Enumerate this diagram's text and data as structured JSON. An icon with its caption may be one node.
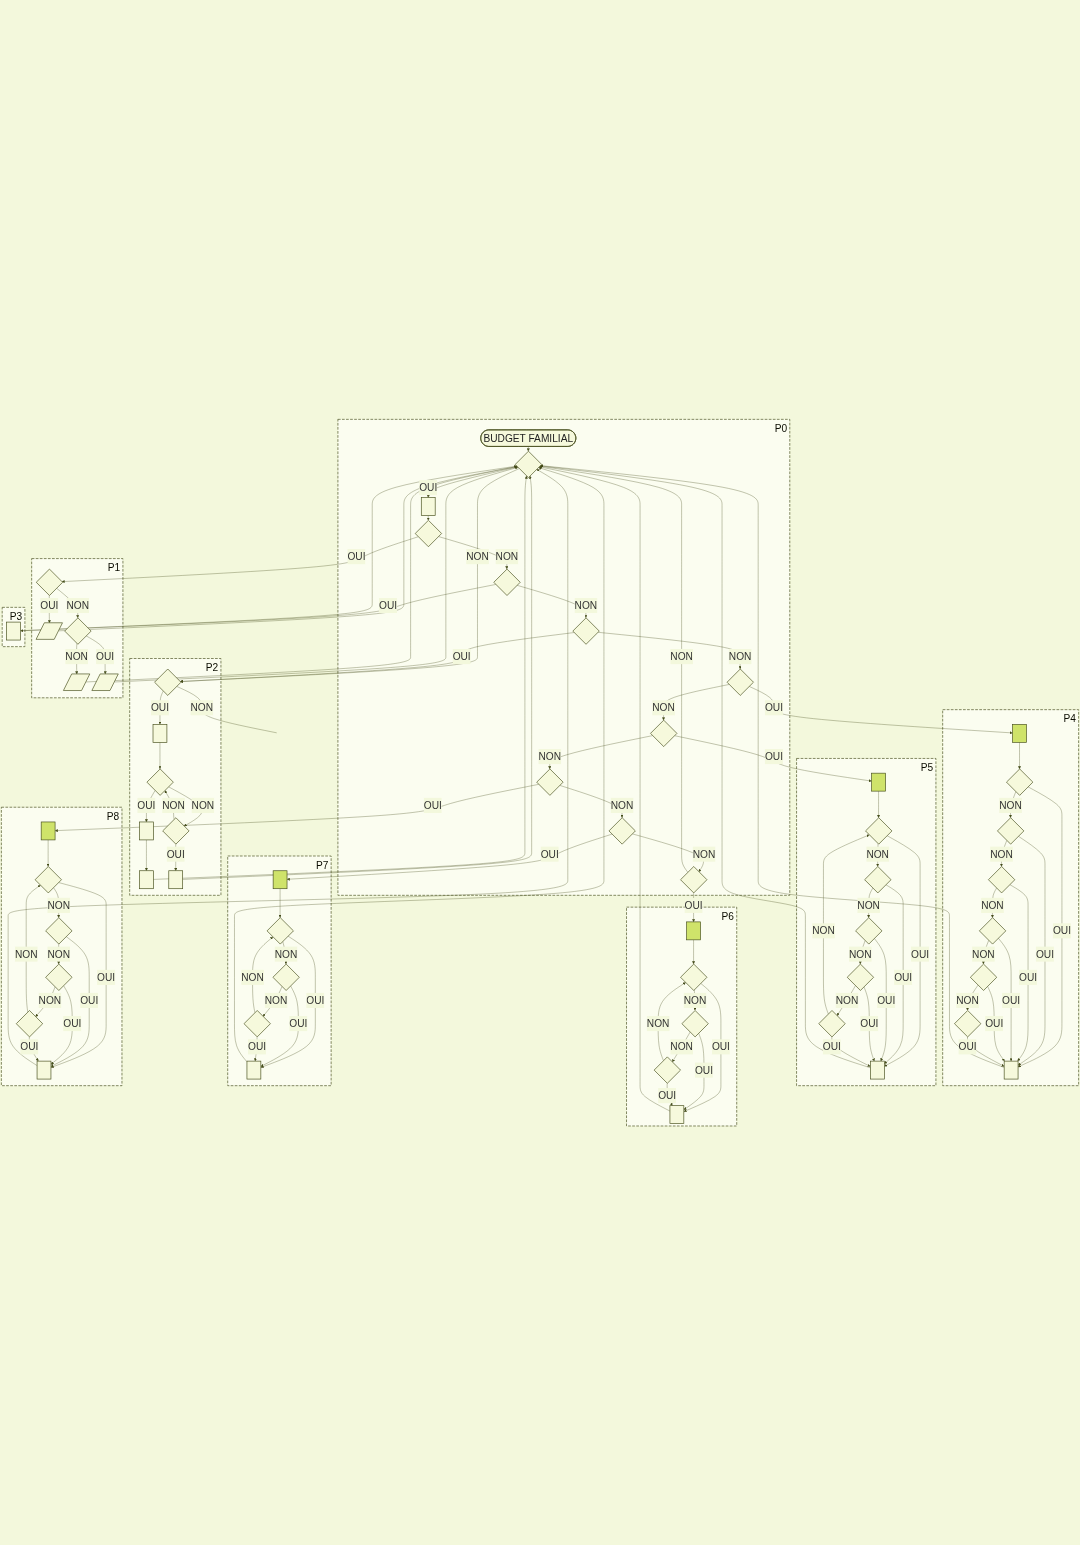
{
  "diagram": {
    "nodes": [
      {
        "text": [
          "P0"
        ]
      },
      {
        "text": [
          "BUDGET FAMILIAL"
        ],
        "in": 0
      },
      {
        "text": [],
        "shape": "diamond",
        "in": 0
      },
      {
        "text": [],
        "shape": "box",
        "in": 0
      },
      {
        "text": [],
        "shape": "diamond",
        "in": 0
      },
      {
        "text": [],
        "shape": "diamond",
        "in": 0
      },
      {
        "text": [],
        "shape": "diamond",
        "in": 0
      },
      {
        "text": [],
        "shape": "diamond",
        "in": 0
      },
      {
        "text": [],
        "shape": "diamond",
        "in": 0
      },
      {
        "text": [],
        "shape": "diamond",
        "in": 0
      },
      {
        "text": [],
        "shape": "diamond",
        "in": 0
      },
      {
        "text": [],
        "shape": "diamond",
        "in": 0
      },
      {
        "text": [
          "P2"
        ]
      },
      {
        "text": [],
        "shape": "diamond",
        "in": 12
      },
      {
        "text": [],
        "shape": "box",
        "in": 12
      },
      {
        "text": [],
        "shape": "diamond",
        "in": 12
      },
      {
        "text": [],
        "shape": "diamond",
        "in": 12
      },
      {
        "text": [],
        "shape": "box",
        "in": 12
      },
      {
        "text": [],
        "shape": "box",
        "in": 12
      },
      {
        "text": [],
        "shape": "box",
        "in": 12
      },
      {
        "text": [
          "P1"
        ]
      },
      {
        "text": [],
        "shape": "diamond",
        "in": 20
      },
      {
        "text": [],
        "shape": "parallelogram",
        "in": 20
      },
      {
        "text": [],
        "shape": "diamond",
        "in": 20
      },
      {
        "text": [],
        "shape": "parallelogram",
        "in": 20
      },
      {
        "text": [],
        "shape": "parallelogram",
        "in": 20
      },
      {
        "text": [
          "P3"
        ]
      },
      {
        "text": [],
        "shape": "box",
        "in": 26
      },
      {
        "text": [
          "P4"
        ]
      },
      {
        "text": [],
        "shape": "box",
        "in": 28
      },
      {
        "text": [],
        "shape": "diamond",
        "in": 28
      },
      {
        "text": [],
        "shape": "diamond",
        "in": 28
      },
      {
        "text": [],
        "shape": "diamond",
        "in": 28
      },
      {
        "text": [],
        "shape": "diamond",
        "in": 28
      },
      {
        "text": [],
        "shape": "diamond",
        "in": 28
      },
      {
        "text": [],
        "shape": "diamond",
        "in": 28
      },
      {
        "text": [],
        "shape": "box",
        "in": 28
      },
      {
        "text": [
          "P5"
        ]
      },
      {
        "text": [],
        "shape": "box",
        "in": 37
      },
      {
        "text": [],
        "shape": "diamond",
        "in": 37
      },
      {
        "text": [],
        "shape": "diamond",
        "in": 37
      },
      {
        "text": [],
        "shape": "diamond",
        "in": 37
      },
      {
        "text": [],
        "shape": "diamond",
        "in": 37
      },
      {
        "text": [],
        "shape": "diamond",
        "in": 37
      },
      {
        "text": [],
        "shape": "box",
        "in": 37
      },
      {
        "text": [
          "P6"
        ]
      },
      {
        "text": [],
        "shape": "box",
        "in": 45
      },
      {
        "text": [],
        "shape": "diamond",
        "in": 45
      },
      {
        "text": [],
        "shape": "diamond",
        "in": 45
      },
      {
        "text": [],
        "shape": "diamond",
        "in": 45
      },
      {
        "text": [],
        "shape": "box",
        "in": 45
      },
      {
        "text": [
          "P7"
        ]
      },
      {
        "text": [],
        "shape": "box",
        "in": 51
      },
      {
        "text": [],
        "shape": "diamond",
        "in": 51
      },
      {
        "text": [],
        "shape": "diamond",
        "in": 51
      },
      {
        "text": [],
        "shape": "diamond",
        "in": 51
      },
      {
        "text": [],
        "shape": "box",
        "in": 51
      },
      {
        "text": [
          "P8"
        ]
      },
      {
        "text": [],
        "shape": "box",
        "in": 57
      },
      {
        "text": [],
        "shape": "diamond",
        "in": 57
      },
      {
        "text": [],
        "shape": "diamond",
        "in": 57
      },
      {
        "text": [],
        "shape": "diamond",
        "in": 57
      },
      {
        "text": [],
        "shape": "diamond",
        "in": 57
      },
      {
        "text": [],
        "shape": "box",
        "in": 57
      }
    ],
    "edges": [
      {
        "from": 1,
        "to": 2,
        "arrow": "to"
      },
      {
        "from": 2,
        "to": 3,
        "arrow": "to",
        "label": "OUI"
      },
      {
        "from": 2,
        "to": 13,
        "arrow": "to",
        "label": "NON"
      },
      {
        "from": 3,
        "to": 4,
        "arrow": "to"
      },
      {
        "from": 4,
        "to": 21,
        "arrow": "to",
        "label": "OUI"
      },
      {
        "from": 4,
        "to": 5,
        "arrow": "to",
        "label": "NON"
      },
      {
        "from": 5,
        "to": 27,
        "arrow": "to",
        "label": "OUI"
      },
      {
        "from": 5,
        "to": 6,
        "arrow": "to",
        "label": "NON"
      },
      {
        "from": 6,
        "to": 13,
        "arrow": "to",
        "label": "OUI"
      },
      {
        "from": 6,
        "to": 7,
        "arrow": "to",
        "label": "NON"
      },
      {
        "from": 7,
        "to": 29,
        "arrow": "to",
        "label": "OUI"
      },
      {
        "from": 7,
        "to": 8,
        "arrow": "to",
        "label": "NON"
      },
      {
        "from": 8,
        "to": 38,
        "arrow": "to",
        "label": "OUI"
      },
      {
        "from": 8,
        "to": 9,
        "arrow": "to",
        "label": "NON"
      },
      {
        "from": 9,
        "to": 58,
        "arrow": "to",
        "label": "OUI"
      },
      {
        "from": 9,
        "to": 10,
        "arrow": "to",
        "label": "NON"
      },
      {
        "from": 10,
        "to": 52,
        "arrow": "to",
        "label": "OUI"
      },
      {
        "from": 10,
        "to": 11,
        "arrow": "to",
        "label": "NON"
      },
      {
        "from": 11,
        "to": 46,
        "arrow": "to",
        "label": "OUI"
      },
      {
        "from": 11,
        "to": 2,
        "arrow": "to",
        "label": "NON"
      },
      {
        "from": 13,
        "to": 14,
        "arrow": "to",
        "label": "OUI"
      },
      {
        "from": 13,
        "to": null,
        "arrow": "none",
        "label": "NON"
      },
      {
        "from": 14,
        "to": 15,
        "arrow": "to"
      },
      {
        "from": 15,
        "to": 17,
        "arrow": "to",
        "label": "OUI"
      },
      {
        "from": 15,
        "to": 16,
        "arrow": "to",
        "label": "NON"
      },
      {
        "from": 16,
        "to": 15,
        "arrow": "to",
        "label": "NON"
      },
      {
        "from": 16,
        "to": 19,
        "arrow": "to",
        "label": "OUI"
      },
      {
        "from": 17,
        "to": 18,
        "arrow": "to"
      },
      {
        "from": 18,
        "to": 2,
        "arrow": "to"
      },
      {
        "from": 19,
        "to": 2,
        "arrow": "to"
      },
      {
        "from": 21,
        "to": 22,
        "arrow": "to",
        "label": "OUI"
      },
      {
        "from": 21,
        "to": 23,
        "arrow": "to",
        "label": "NON"
      },
      {
        "from": 23,
        "to": 24,
        "arrow": "to",
        "label": "NON"
      },
      {
        "from": 23,
        "to": 25,
        "arrow": "to",
        "label": "OUI"
      },
      {
        "from": 22,
        "to": 2,
        "arrow": "to"
      },
      {
        "from": 24,
        "to": 2,
        "arrow": "to"
      },
      {
        "from": 25,
        "to": 2,
        "arrow": "to"
      },
      {
        "from": 27,
        "to": 2,
        "arrow": "to"
      },
      {
        "from": 29,
        "to": 30,
        "arrow": "to"
      },
      {
        "from": 30,
        "to": 31,
        "arrow": "to",
        "label": "NON"
      },
      {
        "from": 31,
        "to": 32,
        "arrow": "to",
        "label": "NON"
      },
      {
        "from": 32,
        "to": 33,
        "arrow": "to",
        "label": "NON"
      },
      {
        "from": 33,
        "to": 34,
        "arrow": "to",
        "label": "NON"
      },
      {
        "from": 34,
        "to": 35,
        "arrow": "to",
        "label": "NON"
      },
      {
        "from": 30,
        "to": 36,
        "arrow": "to",
        "label": "OUI"
      },
      {
        "from": 31,
        "to": 36,
        "arrow": "to",
        "label": "OUI"
      },
      {
        "from": 32,
        "to": 36,
        "arrow": "to",
        "label": "OUI"
      },
      {
        "from": 33,
        "to": 36,
        "arrow": "to",
        "label": "OUI"
      },
      {
        "from": 34,
        "to": 36,
        "arrow": "to",
        "label": "OUI"
      },
      {
        "from": 35,
        "to": 36,
        "arrow": "to",
        "label": "OUI"
      },
      {
        "from": 36,
        "to": 2,
        "arrow": "to"
      },
      {
        "from": 38,
        "to": 39,
        "arrow": "to"
      },
      {
        "from": 39,
        "to": 40,
        "arrow": "to",
        "label": "NON"
      },
      {
        "from": 40,
        "to": 41,
        "arrow": "to",
        "label": "NON"
      },
      {
        "from": 41,
        "to": 42,
        "arrow": "to",
        "label": "NON"
      },
      {
        "from": 42,
        "to": 43,
        "arrow": "to",
        "label": "NON"
      },
      {
        "from": 43,
        "to": 39,
        "arrow": "to",
        "label": "NON"
      },
      {
        "from": 39,
        "to": 44,
        "arrow": "to",
        "label": "OUI"
      },
      {
        "from": 40,
        "to": 44,
        "arrow": "to",
        "label": "OUI"
      },
      {
        "from": 41,
        "to": 44,
        "arrow": "to",
        "label": "OUI"
      },
      {
        "from": 42,
        "to": 44,
        "arrow": "to",
        "label": "OUI"
      },
      {
        "from": 43,
        "to": 44,
        "arrow": "to",
        "label": "OUI"
      },
      {
        "from": 44,
        "to": 2,
        "arrow": "to"
      },
      {
        "from": 46,
        "to": 47,
        "arrow": "to"
      },
      {
        "from": 47,
        "to": 48,
        "arrow": "to",
        "label": "NON"
      },
      {
        "from": 48,
        "to": 49,
        "arrow": "to",
        "label": "NON"
      },
      {
        "from": 49,
        "to": 47,
        "arrow": "to",
        "label": "NON"
      },
      {
        "from": 47,
        "to": 50,
        "arrow": "to",
        "label": "OUI"
      },
      {
        "from": 48,
        "to": 50,
        "arrow": "to",
        "label": "OUI"
      },
      {
        "from": 49,
        "to": 50,
        "arrow": "to",
        "label": "OUI"
      },
      {
        "from": 50,
        "to": 2,
        "arrow": "to"
      },
      {
        "from": 52,
        "to": 53,
        "arrow": "to"
      },
      {
        "from": 53,
        "to": 54,
        "arrow": "to",
        "label": "NON"
      },
      {
        "from": 54,
        "to": 55,
        "arrow": "to",
        "label": "NON"
      },
      {
        "from": 55,
        "to": 53,
        "arrow": "to",
        "label": "NON"
      },
      {
        "from": 53,
        "to": 56,
        "arrow": "to",
        "label": "OUI"
      },
      {
        "from": 54,
        "to": 56,
        "arrow": "to",
        "label": "OUI"
      },
      {
        "from": 55,
        "to": 56,
        "arrow": "to",
        "label": "OUI"
      },
      {
        "from": 56,
        "to": 2,
        "arrow": "to"
      },
      {
        "from": 58,
        "to": 59,
        "arrow": "to"
      },
      {
        "from": 59,
        "to": 60,
        "arrow": "to",
        "label": "NON"
      },
      {
        "from": 60,
        "to": 61,
        "arrow": "to",
        "label": "NON"
      },
      {
        "from": 61,
        "to": 62,
        "arrow": "to",
        "label": "NON"
      },
      {
        "from": 62,
        "to": 59,
        "arrow": "to",
        "label": "NON"
      },
      {
        "from": 59,
        "to": 63,
        "arrow": "to",
        "label": "OUI"
      },
      {
        "from": 60,
        "to": 63,
        "arrow": "to",
        "label": "OUI"
      },
      {
        "from": 61,
        "to": 63,
        "arrow": "to",
        "label": "OUI"
      },
      {
        "from": 62,
        "to": 63,
        "arrow": "to",
        "label": "OUI"
      },
      {
        "from": 63,
        "to": 2,
        "arrow": "to"
      }
    ]
  }
}
